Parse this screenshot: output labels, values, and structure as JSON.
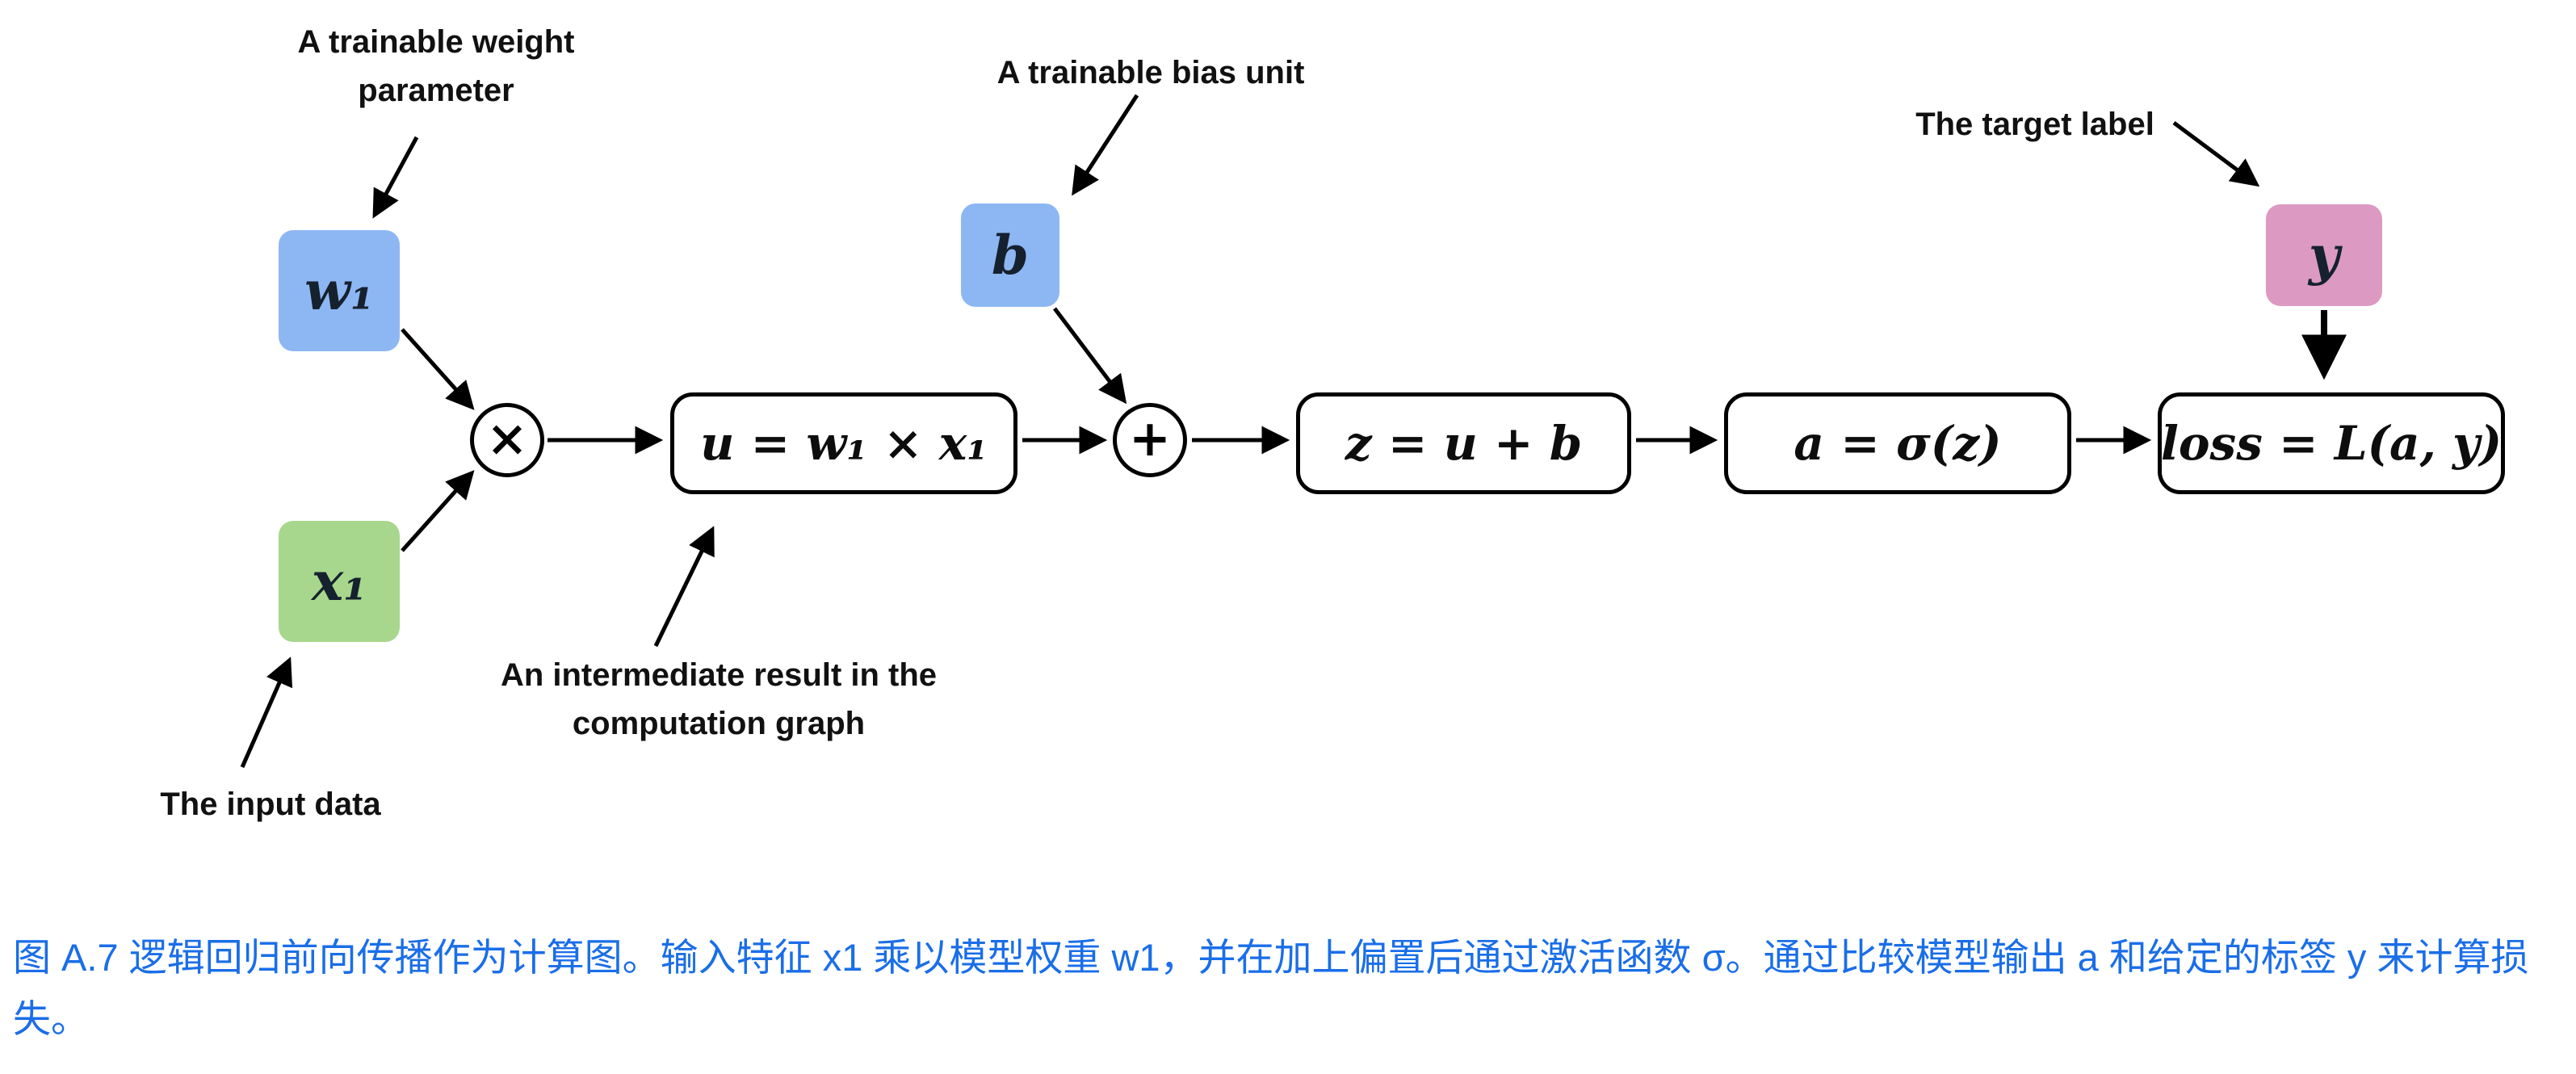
{
  "diagram": {
    "annotations": {
      "weight": {
        "lines": [
          "A trainable weight",
          "parameter"
        ]
      },
      "bias": "A trainable bias unit",
      "target": "The target label",
      "intermediate": {
        "lines": [
          "An intermediate result in the",
          "computation graph"
        ]
      },
      "input": "The input data"
    },
    "nodes": {
      "w1": "w₁",
      "x1": "x₁",
      "b": "b",
      "y": "y",
      "times": "×",
      "plus": "+",
      "u": "u = w₁ × x₁",
      "z": "z = u + b",
      "a": "a = σ(z)",
      "loss": "loss = L(a, y)"
    },
    "colors": {
      "weight_box": "#8db7f3",
      "input_box": "#a7d78c",
      "bias_box": "#8db7f3",
      "target_box": "#dc9ac2",
      "node_border": "#000000",
      "caption_text": "#1a6ee8"
    }
  },
  "caption": {
    "figure_label": "图 A.7",
    "text": "图 A.7 逻辑回归前向传播作为计算图。输入特征 x1 乘以模型权重 w1，并在加上偏置后通过激活函数 σ。通过比较模型输出 a 和给定的标签 y 来计算损失。"
  }
}
